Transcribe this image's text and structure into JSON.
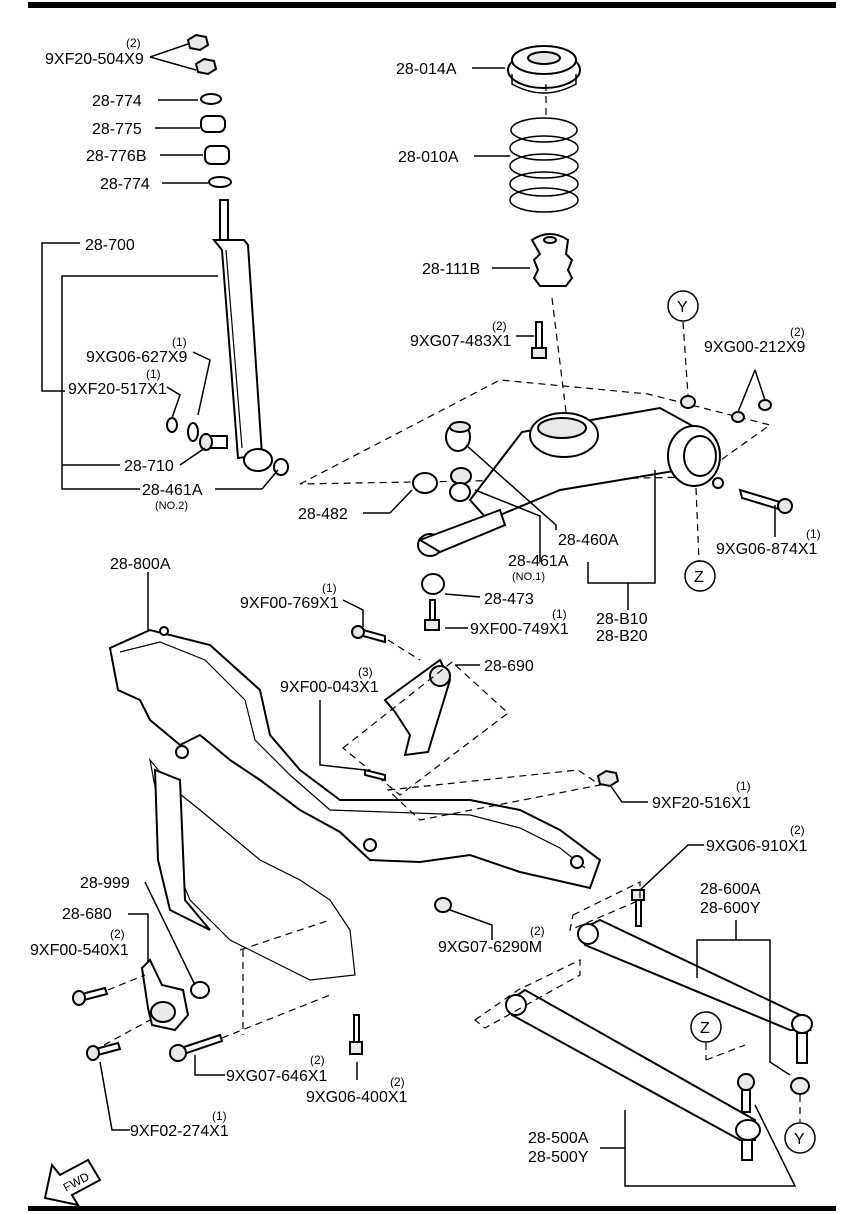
{
  "labels": {
    "l_9XF20_504X9": {
      "text": "9XF20-504X9",
      "qty": "(2)"
    },
    "l_28_774_a": {
      "text": "28-774"
    },
    "l_28_775": {
      "text": "28-775"
    },
    "l_28_776B": {
      "text": "28-776B"
    },
    "l_28_774_b": {
      "text": "28-774"
    },
    "l_28_700": {
      "text": "28-700"
    },
    "l_9XG06_627X9": {
      "text": "9XG06-627X9",
      "qty": "(1)"
    },
    "l_9XF20_517X1": {
      "text": "9XF20-517X1",
      "qty": "(1)"
    },
    "l_28_710": {
      "text": "28-710"
    },
    "l_28_461A_no2": {
      "text": "28-461A",
      "note": "(NO.2)"
    },
    "l_28_482": {
      "text": "28-482"
    },
    "l_28_014A": {
      "text": "28-014A"
    },
    "l_28_010A": {
      "text": "28-010A"
    },
    "l_28_111B": {
      "text": "28-111B"
    },
    "l_9XG07_483X1": {
      "text": "9XG07-483X1",
      "qty": "(2)"
    },
    "l_Y_top": {
      "text": "Y"
    },
    "l_9XG00_212X9": {
      "text": "9XG00-212X9",
      "qty": "(2)"
    },
    "l_28_460A": {
      "text": "28-460A"
    },
    "l_28_461A_no1": {
      "text": "28-461A",
      "note": "(NO.1)"
    },
    "l_9XG06_874X1": {
      "text": "9XG06-874X1",
      "qty": "(1)"
    },
    "l_Z_right": {
      "text": "Z"
    },
    "l_28_473": {
      "text": "28-473"
    },
    "l_28_B10": {
      "text": "28-B10"
    },
    "l_28_B20": {
      "text": "28-B20"
    },
    "l_9XF00_749X1": {
      "text": "9XF00-749X1",
      "qty": "(1)"
    },
    "l_28_800A": {
      "text": "28-800A"
    },
    "l_9XF00_769X1": {
      "text": "9XF00-769X1",
      "qty": "(1)"
    },
    "l_28_690": {
      "text": "28-690"
    },
    "l_9XF00_043X1": {
      "text": "9XF00-043X1",
      "qty": "(3)"
    },
    "l_9XF20_516X1": {
      "text": "9XF20-516X1",
      "qty": "(1)"
    },
    "l_9XG06_910X1": {
      "text": "9XG06-910X1",
      "qty": "(2)"
    },
    "l_28_999": {
      "text": "28-999"
    },
    "l_28_680": {
      "text": "28-680"
    },
    "l_9XF00_540X1": {
      "text": "9XF00-540X1",
      "qty": "(2)"
    },
    "l_28_600A": {
      "text": "28-600A"
    },
    "l_28_600Y": {
      "text": "28-600Y"
    },
    "l_9XG07_6290M": {
      "text": "9XG07-6290M",
      "qty": "(2)"
    },
    "l_9XG07_646X1": {
      "text": "9XG07-646X1",
      "qty": "(2)"
    },
    "l_9XG06_400X1": {
      "text": "9XG06-400X1",
      "qty": "(2)"
    },
    "l_9XF02_274X1": {
      "text": "9XF02-274X1",
      "qty": "(1)"
    },
    "l_Z_bottom": {
      "text": "Z"
    },
    "l_Y_bottom": {
      "text": "Y"
    },
    "l_28_500A": {
      "text": "28-500A"
    },
    "l_28_500Y": {
      "text": "28-500Y"
    },
    "l_FWD": {
      "text": "FWD"
    }
  }
}
